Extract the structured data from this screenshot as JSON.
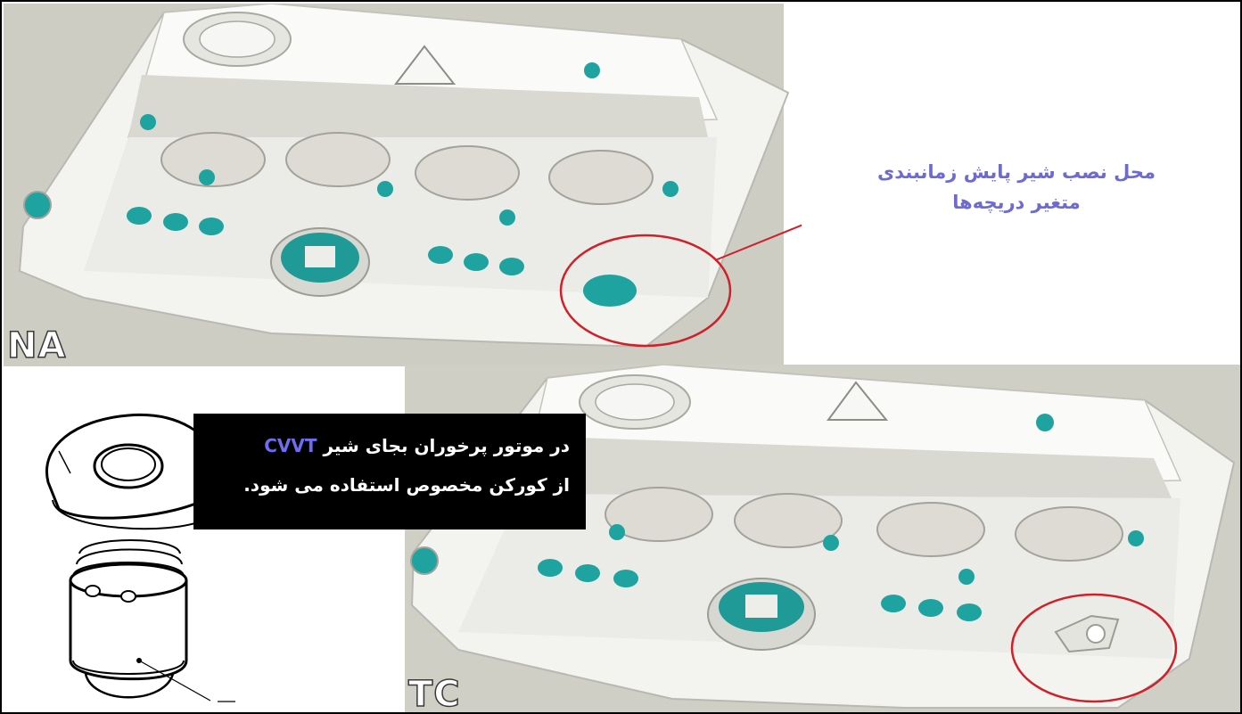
{
  "labels": {
    "na": "NA",
    "tc": "TC"
  },
  "callout": {
    "line1": "محل نصب شیر پایش زمانبندی",
    "line2": "متغیر دریچه‌ها"
  },
  "note": {
    "line1_start": "در موتور پرخوران بجای شیر ",
    "line1_highlight": "CVVT",
    "line2": "از کورکن مخصوص استفاده می شود."
  },
  "colors": {
    "callout_text": "#6d6bd0",
    "note_highlight": "#6f6cf0",
    "accent_teal": "#1fa3a0",
    "highlight_circle": "#d0202a"
  }
}
